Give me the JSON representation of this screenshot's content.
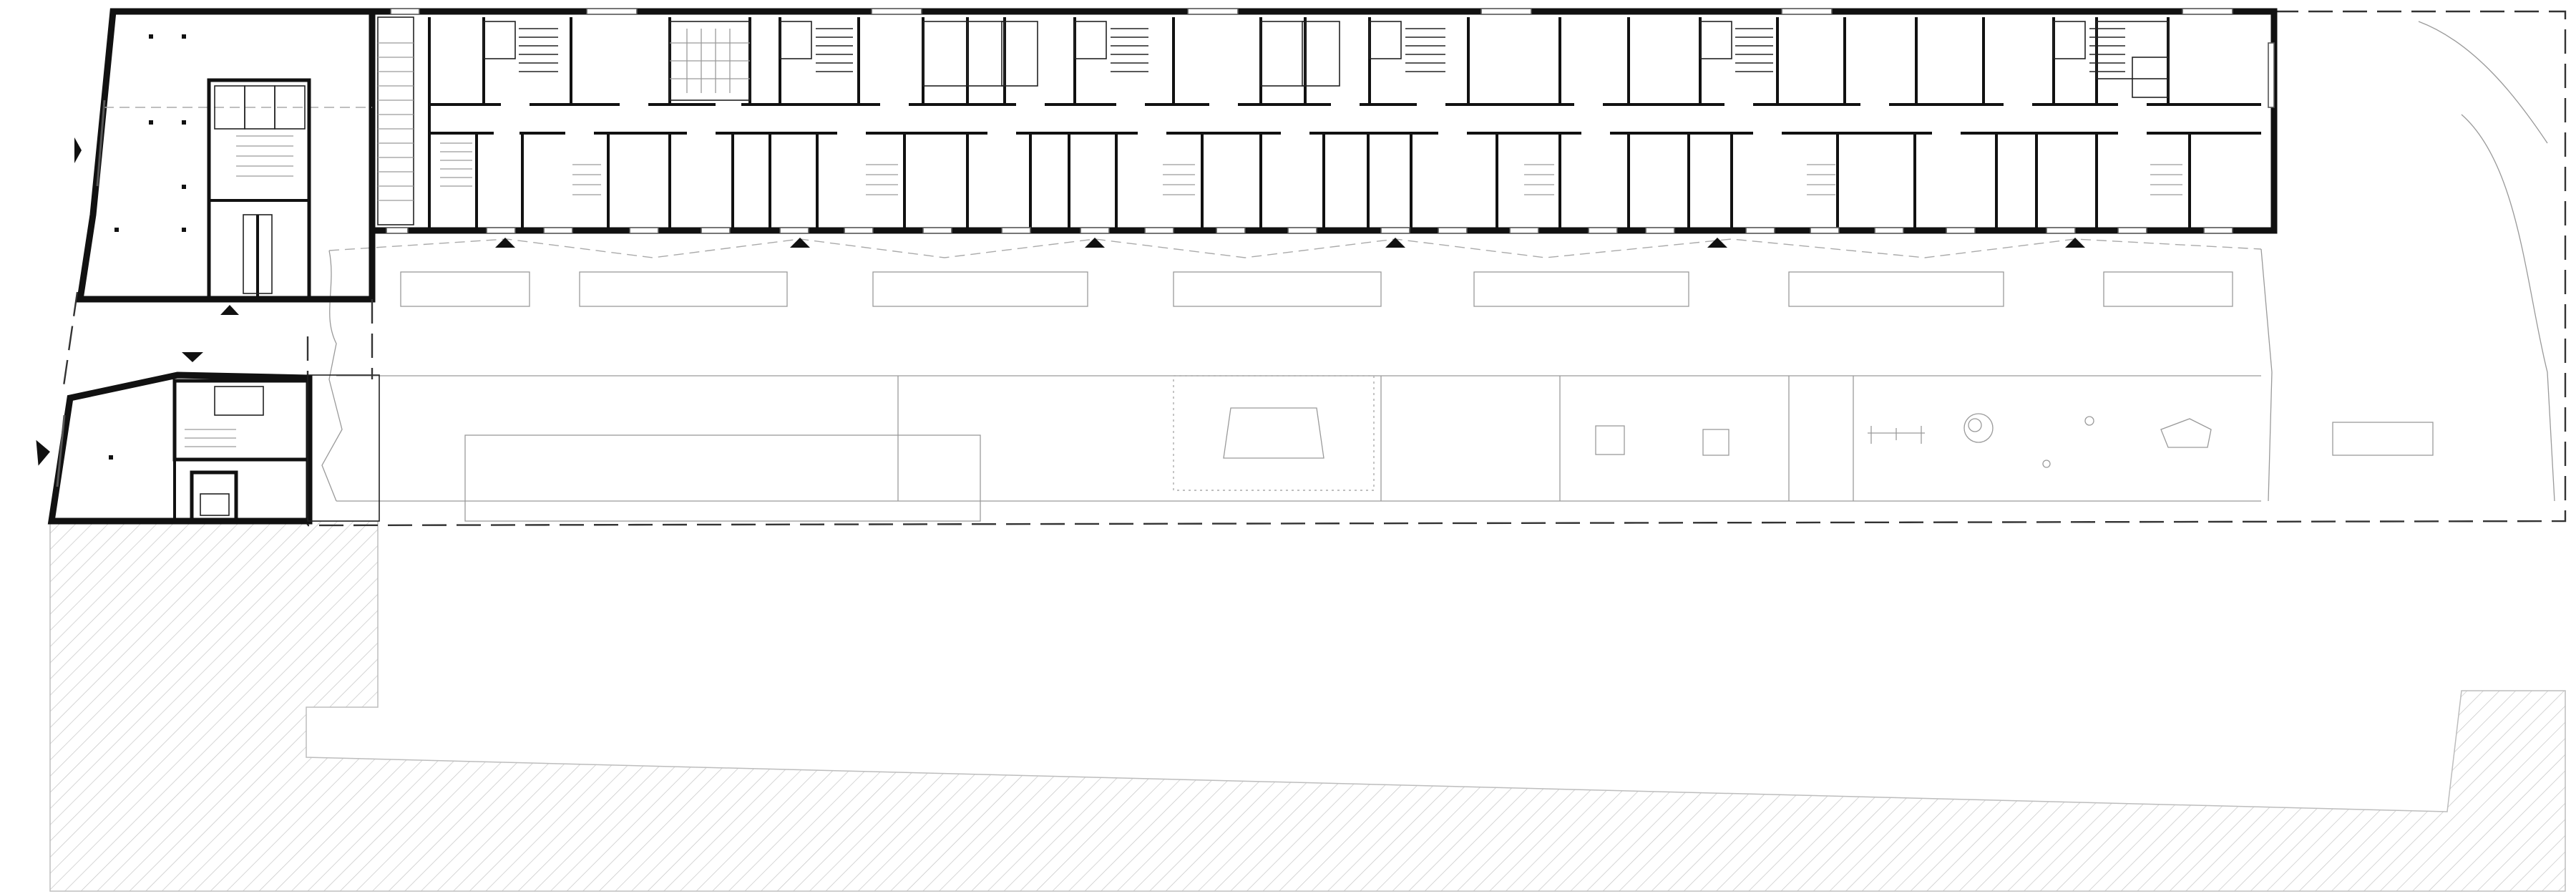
{
  "drawing": {
    "type": "floor-plan",
    "view": "plan",
    "colors": {
      "wall": "#111111",
      "line": "#222222",
      "faint_line": "#9a9a9a",
      "hatch": "#c4c4c4",
      "background": "#ffffff"
    }
  },
  "entrances": {
    "icon": "triangle-marker",
    "count": 10
  },
  "units": {
    "north_row_rooms": 22,
    "south_row_rooms": 22,
    "stair_cores": 8
  }
}
